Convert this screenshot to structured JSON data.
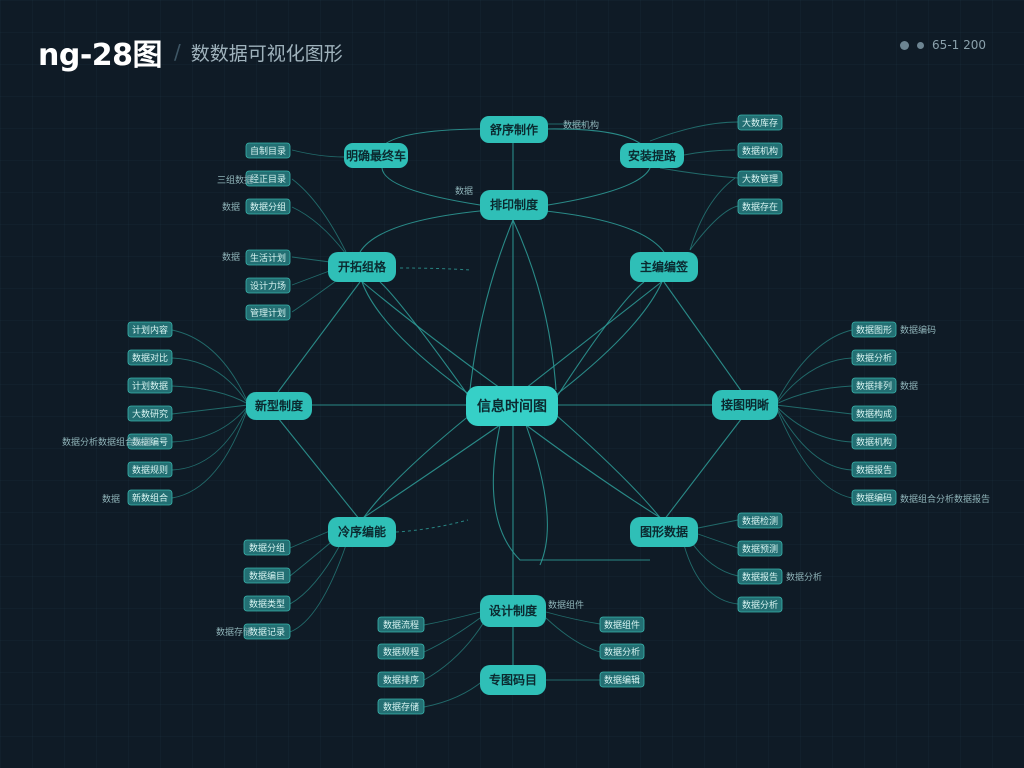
{
  "header": {
    "brand": "ng-28图",
    "subtitle": "数数据可视化图形",
    "status_text": "65-1 200"
  },
  "diagram": {
    "center": "信息时间图",
    "hubs": {
      "top": "舒序制作",
      "top_left": "明确最终车",
      "top_right": "安装提路",
      "upper": "排印制度",
      "left_upper": "开拓组格",
      "right_upper": "主编编签",
      "left": "新型制度",
      "right": "接图明晰",
      "left_lower": "冷序编能",
      "right_lower": "图形数据",
      "bottom": "设计制度",
      "bottom2": "专图码目"
    },
    "leaves": {
      "top_left": [
        "自制目录",
        "经正目录",
        "数据分组"
      ],
      "top_right": [
        "大数库存",
        "数据机构",
        "大数管理",
        "数据存在"
      ],
      "left_upper": [
        "生活计划",
        "设计力场",
        "管理计划"
      ],
      "left": [
        "计划内容",
        "数据对比",
        "计划数据",
        "大数研究",
        "数据编号",
        "数据规则",
        "新数组合"
      ],
      "right": [
        "数据图形",
        "数据分析",
        "数据排列",
        "数据构成",
        "数据机构",
        "数据报告",
        "数据编码"
      ],
      "left_lower": [
        "数据分组",
        "数据编目",
        "数据类型",
        "数据记录"
      ],
      "right_lower": [
        "数据检测",
        "数据预测",
        "数据报告",
        "数据分析"
      ],
      "bottom_left": [
        "数据流程",
        "数据规程",
        "数据排序",
        "数据存储"
      ],
      "bottom_right": [
        "数据组件",
        "数据分析",
        "数据编辑"
      ]
    },
    "annotations": {
      "top": "数据机构",
      "left_top_1": "三组数据",
      "left_top_2": "数据",
      "left_top_3": "数据",
      "left_upper": "数据",
      "left_long": "数据分析数据组合数据",
      "left_last": "数据",
      "right_1": "数据编码",
      "right_2": "数据",
      "right_long": "数据组合分析数据报告",
      "right_lower": "数据分析",
      "left_lower": "数据存储",
      "bottom": "数据组件",
      "mid_upper": "数据"
    }
  }
}
